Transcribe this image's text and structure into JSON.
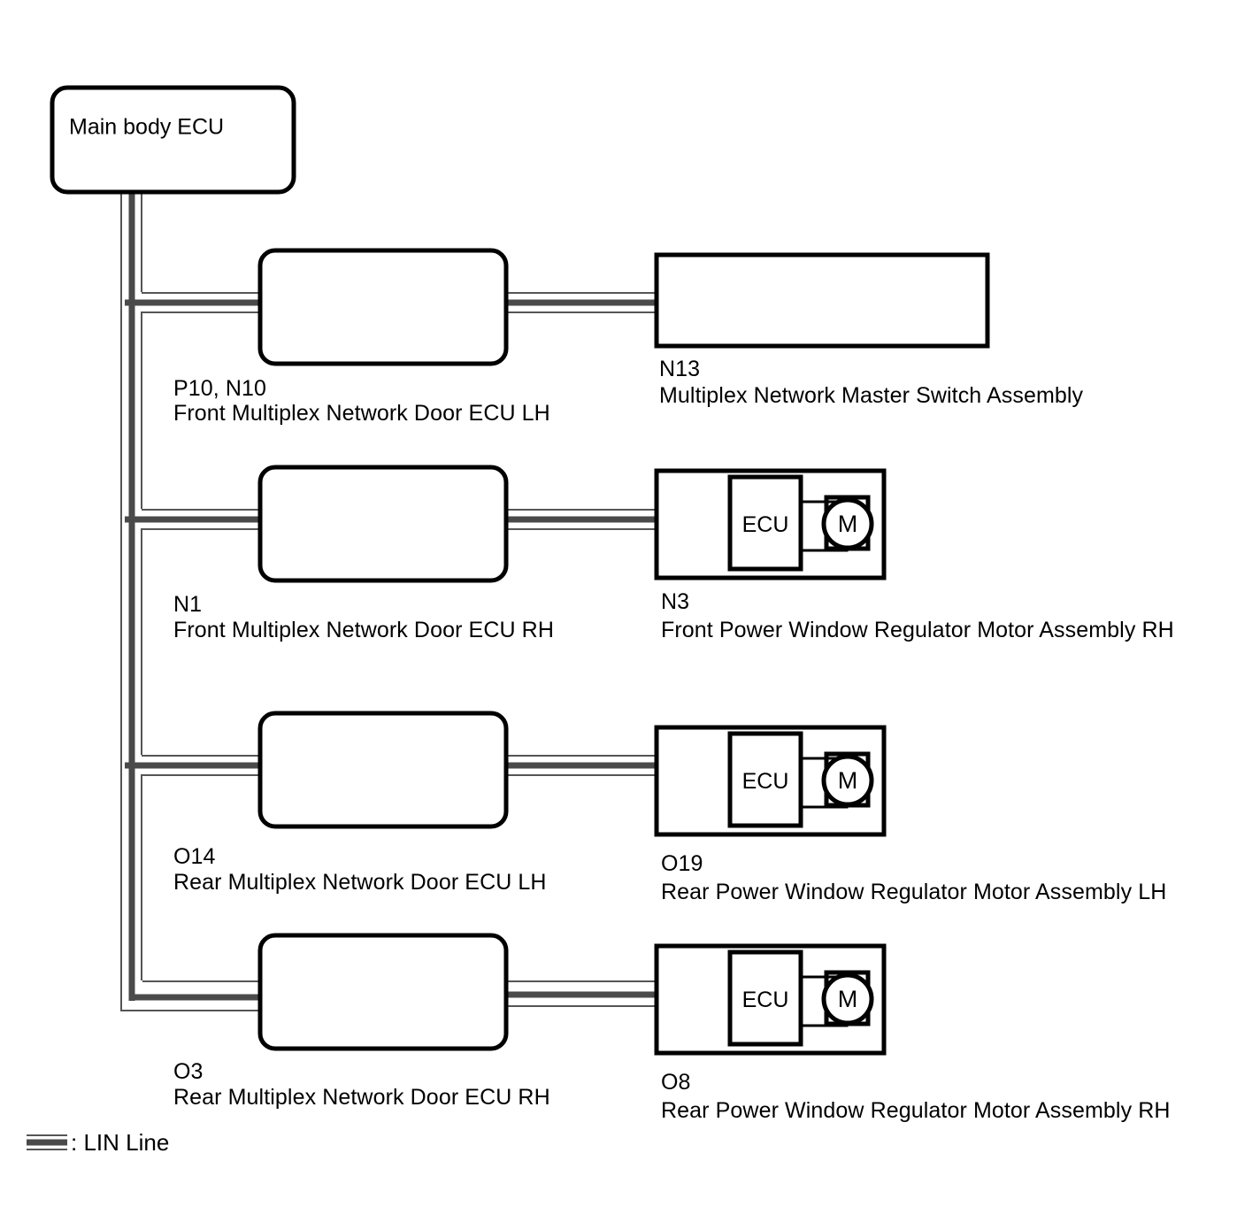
{
  "diagram": {
    "type": "block-wiring-diagram",
    "title_node": {
      "label": "Main body ECU"
    },
    "legend": {
      "symbol_name": "lin-line-symbol",
      "text": ": LIN Line",
      "line_color": "#4a4a4a"
    },
    "rows": [
      {
        "door_ecu": {
          "code": "P10, N10",
          "name": "Front Multiplex Network Door ECU LH"
        },
        "device": {
          "code": "N13",
          "name": "Multiplex Network Master Switch Assembly",
          "kind": "switch-assembly",
          "inner_labels": []
        }
      },
      {
        "door_ecu": {
          "code": "N1",
          "name": "Front Multiplex Network Door ECU RH"
        },
        "device": {
          "code": "N3",
          "name": "Front Power Window Regulator Motor Assembly RH",
          "kind": "motor-assembly",
          "inner_labels": [
            "ECU",
            "M"
          ]
        }
      },
      {
        "door_ecu": {
          "code": "O14",
          "name": "Rear Multiplex Network Door ECU LH"
        },
        "device": {
          "code": "O19",
          "name": "Rear Power Window Regulator Motor Assembly LH",
          "kind": "motor-assembly",
          "inner_labels": [
            "ECU",
            "M"
          ]
        }
      },
      {
        "door_ecu": {
          "code": "O3",
          "name": "Rear Multiplex Network Door ECU RH"
        },
        "device": {
          "code": "O8",
          "name": "Rear Power Window Regulator Motor Assembly RH",
          "kind": "motor-assembly",
          "inner_labels": [
            "ECU",
            "M"
          ]
        }
      }
    ],
    "colors": {
      "stroke": "#000000",
      "bus_thick": "#4a4a4a",
      "bus_thin": "#555555",
      "background": "#ffffff"
    }
  }
}
